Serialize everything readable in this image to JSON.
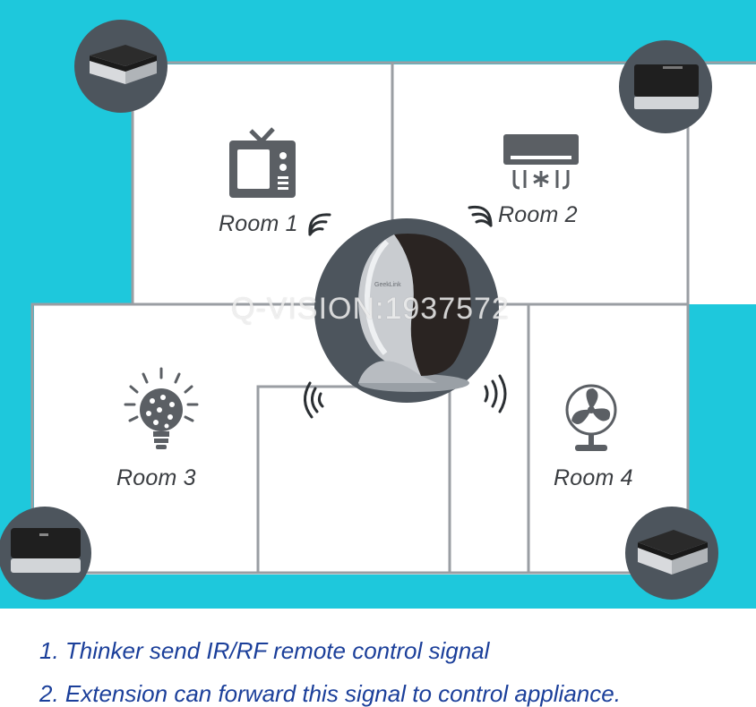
{
  "rooms": [
    {
      "label": "Room 1"
    },
    {
      "label": "Room 2"
    },
    {
      "label": "Room 3"
    },
    {
      "label": "Room 4"
    }
  ],
  "watermark": "Q-VISION:1937572",
  "hub_brand": "GeekLink",
  "captions": [
    "1. Thinker send IR/RF remote control signal",
    "2. Extension can forward this signal to control appliance."
  ],
  "colors": {
    "background": "#1ec8dc",
    "wall": "#9a9ea3",
    "icon": "#5b5f64",
    "circle": "#4d555d",
    "caption": "#1b3f9a"
  },
  "icons": {
    "room1": "tv-icon",
    "room2": "air-conditioner-icon",
    "room3": "light-bulb-icon",
    "room4": "fan-icon"
  }
}
